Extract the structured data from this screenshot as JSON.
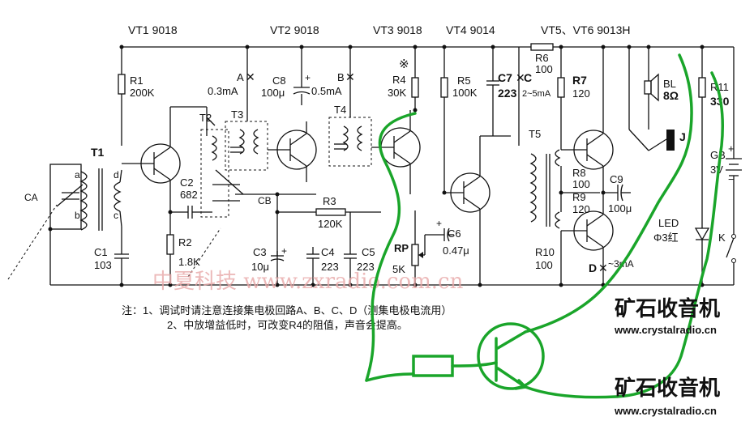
{
  "transistor_labels": {
    "vt1": "VT1 9018",
    "vt2": "VT2 9018",
    "vt3": "VT3 9018",
    "vt4": "VT4 9014",
    "vt56": "VT5、VT6 9013H"
  },
  "components": {
    "r1_name": "R1",
    "r1_val": "200K",
    "t1": "T1",
    "ca": "CA",
    "c1_name": "C1",
    "c1_val": "103",
    "c2_name": "C2",
    "c2_val": "682",
    "r2_name": "R2",
    "r2_val": "1.8K",
    "t2": "T2",
    "t3": "T3",
    "cb": "CB",
    "c8_name": "C8",
    "c8_val": "100μ",
    "point_a": "A",
    "point_a_current": "0.3mA",
    "point_b": "B",
    "point_b_current": "0.5mA",
    "t4": "T4",
    "r3_name": "R3",
    "r3_val": "120K",
    "c3_name": "C3",
    "c3_val": "10μ",
    "c4_name": "C4",
    "c4_val": "223",
    "c5_name": "C5",
    "c5_val": "223",
    "r4_mark": "※",
    "r4_name": "R4",
    "r4_val": "30K",
    "rp_name": "RP",
    "rp_val": "5K",
    "c6_name": "C6",
    "c6_val": "0.47μ",
    "r5_name": "R5",
    "r5_val": "100K",
    "c7_name": "C7",
    "c7_val": "223",
    "point_c": "C",
    "point_c_current": "2~5mA",
    "r6_name": "R6",
    "r6_val": "100",
    "r7_name": "R7",
    "r7_val": "120",
    "t5": "T5",
    "r8_name": "R8",
    "r8_val": "100",
    "r9_name": "R9",
    "r9_val": "120",
    "c9_name": "C9",
    "c9_val": "100μ",
    "r10_name": "R10",
    "r10_val": "100",
    "point_d": "D",
    "point_d_current": "~3mA",
    "bl_name": "BL",
    "bl_val": "8Ω",
    "jack": "J",
    "r11_name": "R11",
    "r11_val": "330",
    "gb_name": "GB",
    "gb_val": "3V",
    "led_name": "LED",
    "led_val": "Φ3红",
    "switch": "K",
    "coil_a": "a",
    "coil_b": "b",
    "coil_c": "c",
    "coil_d": "d"
  },
  "notes": {
    "line1": "注：1、调试时请注意连接集电极回路A、B、C、D（测集电极电流用）",
    "line2": "2、中放增益低时，可改变R4的阻值，声音会提高。"
  },
  "watermarks": {
    "site_cn": "中夏科技 www.zxradio.com.cn",
    "brand": "矿石收音机",
    "url": "www.crystalradio.cn"
  },
  "colors": {
    "ink": "#111111",
    "watermark": "#e8a8a8",
    "annotation": "#1aa52a",
    "brand_blue": "#1e3f8f",
    "brand_orange": "#f08a20"
  }
}
